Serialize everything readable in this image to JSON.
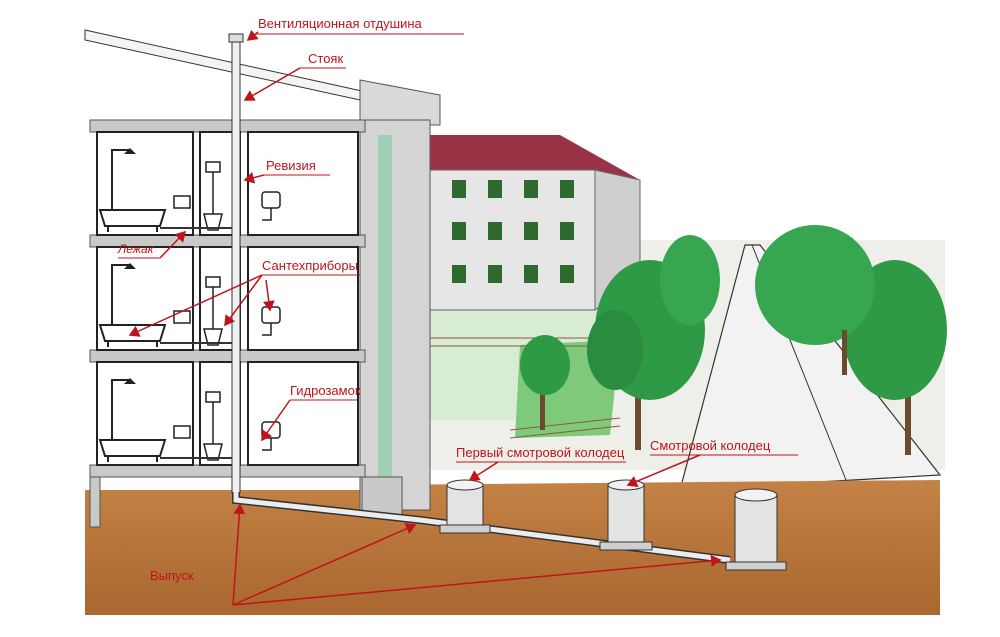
{
  "labels": {
    "vent": "Вентиляционная отдушина",
    "riser": "Стояк",
    "revision": "Ревизия",
    "lezhak": "Лежак",
    "fixtures": "Сантехприборы",
    "trap": "Гидрозамок",
    "first_well": "Первый смотровой колодец",
    "well": "Смотровой колодец",
    "outlet": "Выпуск"
  },
  "colors": {
    "label_red": "#c0141c",
    "soil": "#b5743a",
    "roof": "#8c2a3a",
    "grass": "#7fc97a",
    "tree": "#2f9a46",
    "pipe": "#e8e8e8"
  },
  "icons": [
    "bathtub-icon",
    "shower-icon",
    "toilet-icon",
    "sink-icon",
    "tree-icon",
    "manhole-icon"
  ]
}
